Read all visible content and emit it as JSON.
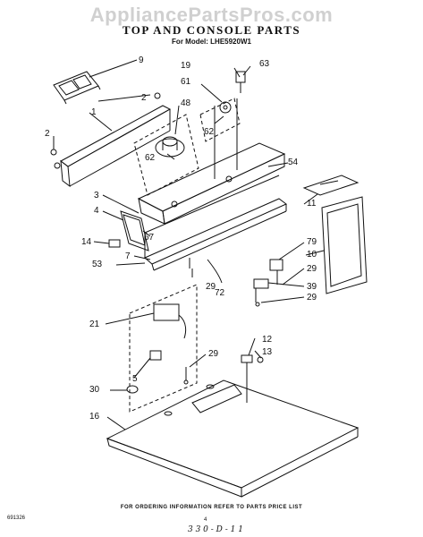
{
  "watermark": "AppliancePartsPros.com",
  "title": "TOP AND CONSOLE PARTS",
  "subtitle": "For Model: LHE5920W1",
  "footer": "FOR ORDERING INFORMATION REFER TO PARTS PRICE LIST",
  "code_left": "691326",
  "page_number": "4",
  "handwritten_note": "3 3 0 - D - 1 1",
  "callouts": {
    "c9": "9",
    "c2a": "2",
    "c1": "1",
    "c48": "48",
    "c2b": "2",
    "c62a": "62",
    "c19": "19",
    "c63": "63",
    "c61": "61",
    "c62b": "62",
    "c54": "54",
    "c3": "3",
    "c4": "4",
    "c67": "67",
    "c14": "14",
    "c7": "7",
    "c53": "53",
    "c29a": "29",
    "c72": "72",
    "c11": "11",
    "c79": "79",
    "c10": "10",
    "c29b": "29",
    "c39": "39",
    "c29c": "29",
    "c21": "21",
    "c5": "5",
    "c29d": "29",
    "c12": "12",
    "c13": "13",
    "c30": "30",
    "c16": "16"
  }
}
